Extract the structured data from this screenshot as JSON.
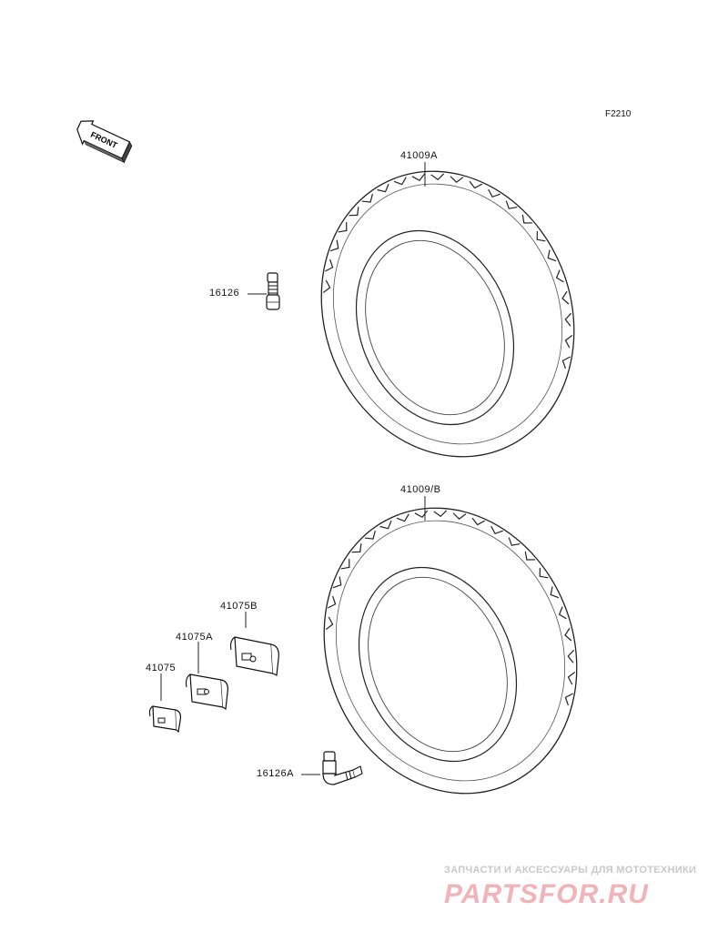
{
  "figure": {
    "code": "F2210"
  },
  "front_arrow": {
    "label": "FRONT"
  },
  "parts": {
    "tire_upper": "41009A",
    "tire_lower": "41009/B",
    "valve_straight": "16126",
    "valve_angled": "16126A",
    "weight_a": "41075",
    "weight_b": "41075A",
    "weight_c": "41075B"
  },
  "watermark": {
    "tagline": "ЗАПЧАСТИ И АКСЕССУАРЫ ДЛЯ МОТОТЕХНИКИ",
    "logo": "PARTSFOR.RU",
    "color": "#f1b3b8"
  }
}
